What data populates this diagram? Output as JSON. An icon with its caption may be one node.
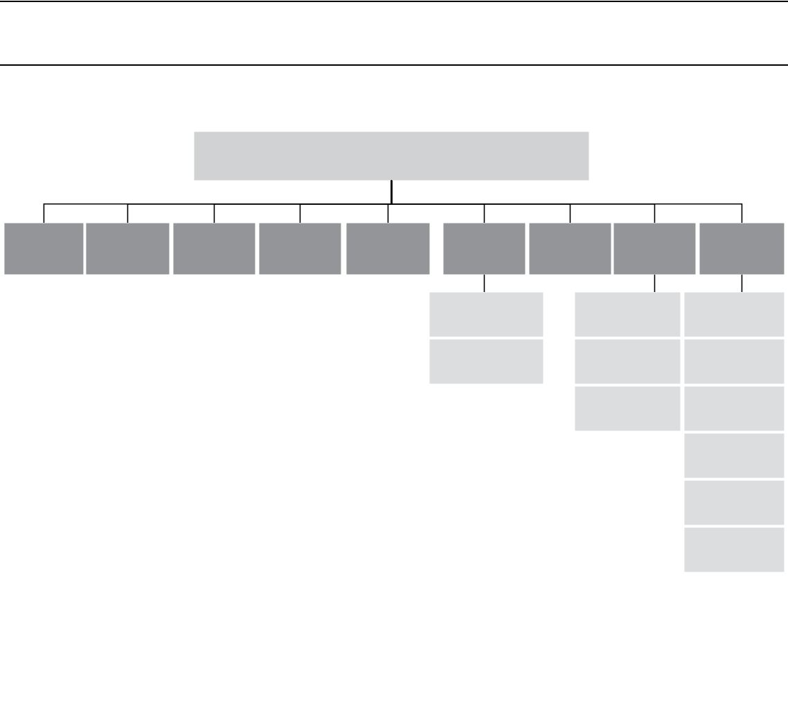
{
  "diagram": {
    "nodes": [
      {
        "text": [],
        "shape": "box"
      },
      {
        "text": [],
        "shape": "box"
      },
      {
        "text": [],
        "shape": "box"
      },
      {
        "text": [],
        "shape": "box"
      },
      {
        "text": [],
        "shape": "box"
      },
      {
        "text": [],
        "shape": "box"
      },
      {
        "text": [],
        "shape": "box"
      },
      {
        "text": [],
        "shape": "box"
      },
      {
        "text": [],
        "shape": "box"
      },
      {
        "text": [],
        "shape": "box"
      },
      {
        "text": [],
        "shape": "box"
      },
      {
        "text": [],
        "shape": "box"
      },
      {
        "text": [],
        "shape": "box"
      },
      {
        "text": [],
        "shape": "box"
      },
      {
        "text": [],
        "shape": "box"
      },
      {
        "text": [],
        "shape": "box"
      },
      {
        "text": [],
        "shape": "box"
      },
      {
        "text": [],
        "shape": "box"
      },
      {
        "text": [],
        "shape": "box"
      },
      {
        "text": [],
        "shape": "box"
      },
      {
        "text": [],
        "shape": "box"
      }
    ],
    "edges": [
      {
        "from": 0,
        "to": 1,
        "arrow": "none"
      },
      {
        "from": 0,
        "to": 2,
        "arrow": "none"
      },
      {
        "from": 0,
        "to": 3,
        "arrow": "none"
      },
      {
        "from": 0,
        "to": 4,
        "arrow": "none"
      },
      {
        "from": 0,
        "to": 5,
        "arrow": "none"
      },
      {
        "from": 0,
        "to": 6,
        "arrow": "none"
      },
      {
        "from": 0,
        "to": 7,
        "arrow": "none"
      },
      {
        "from": 0,
        "to": 8,
        "arrow": "none"
      },
      {
        "from": 0,
        "to": 9,
        "arrow": "none"
      },
      {
        "from": 6,
        "to": 10,
        "arrow": "none"
      },
      {
        "from": 8,
        "to": 11,
        "arrow": "none"
      },
      {
        "from": 9,
        "to": 12,
        "arrow": "none"
      }
    ]
  }
}
